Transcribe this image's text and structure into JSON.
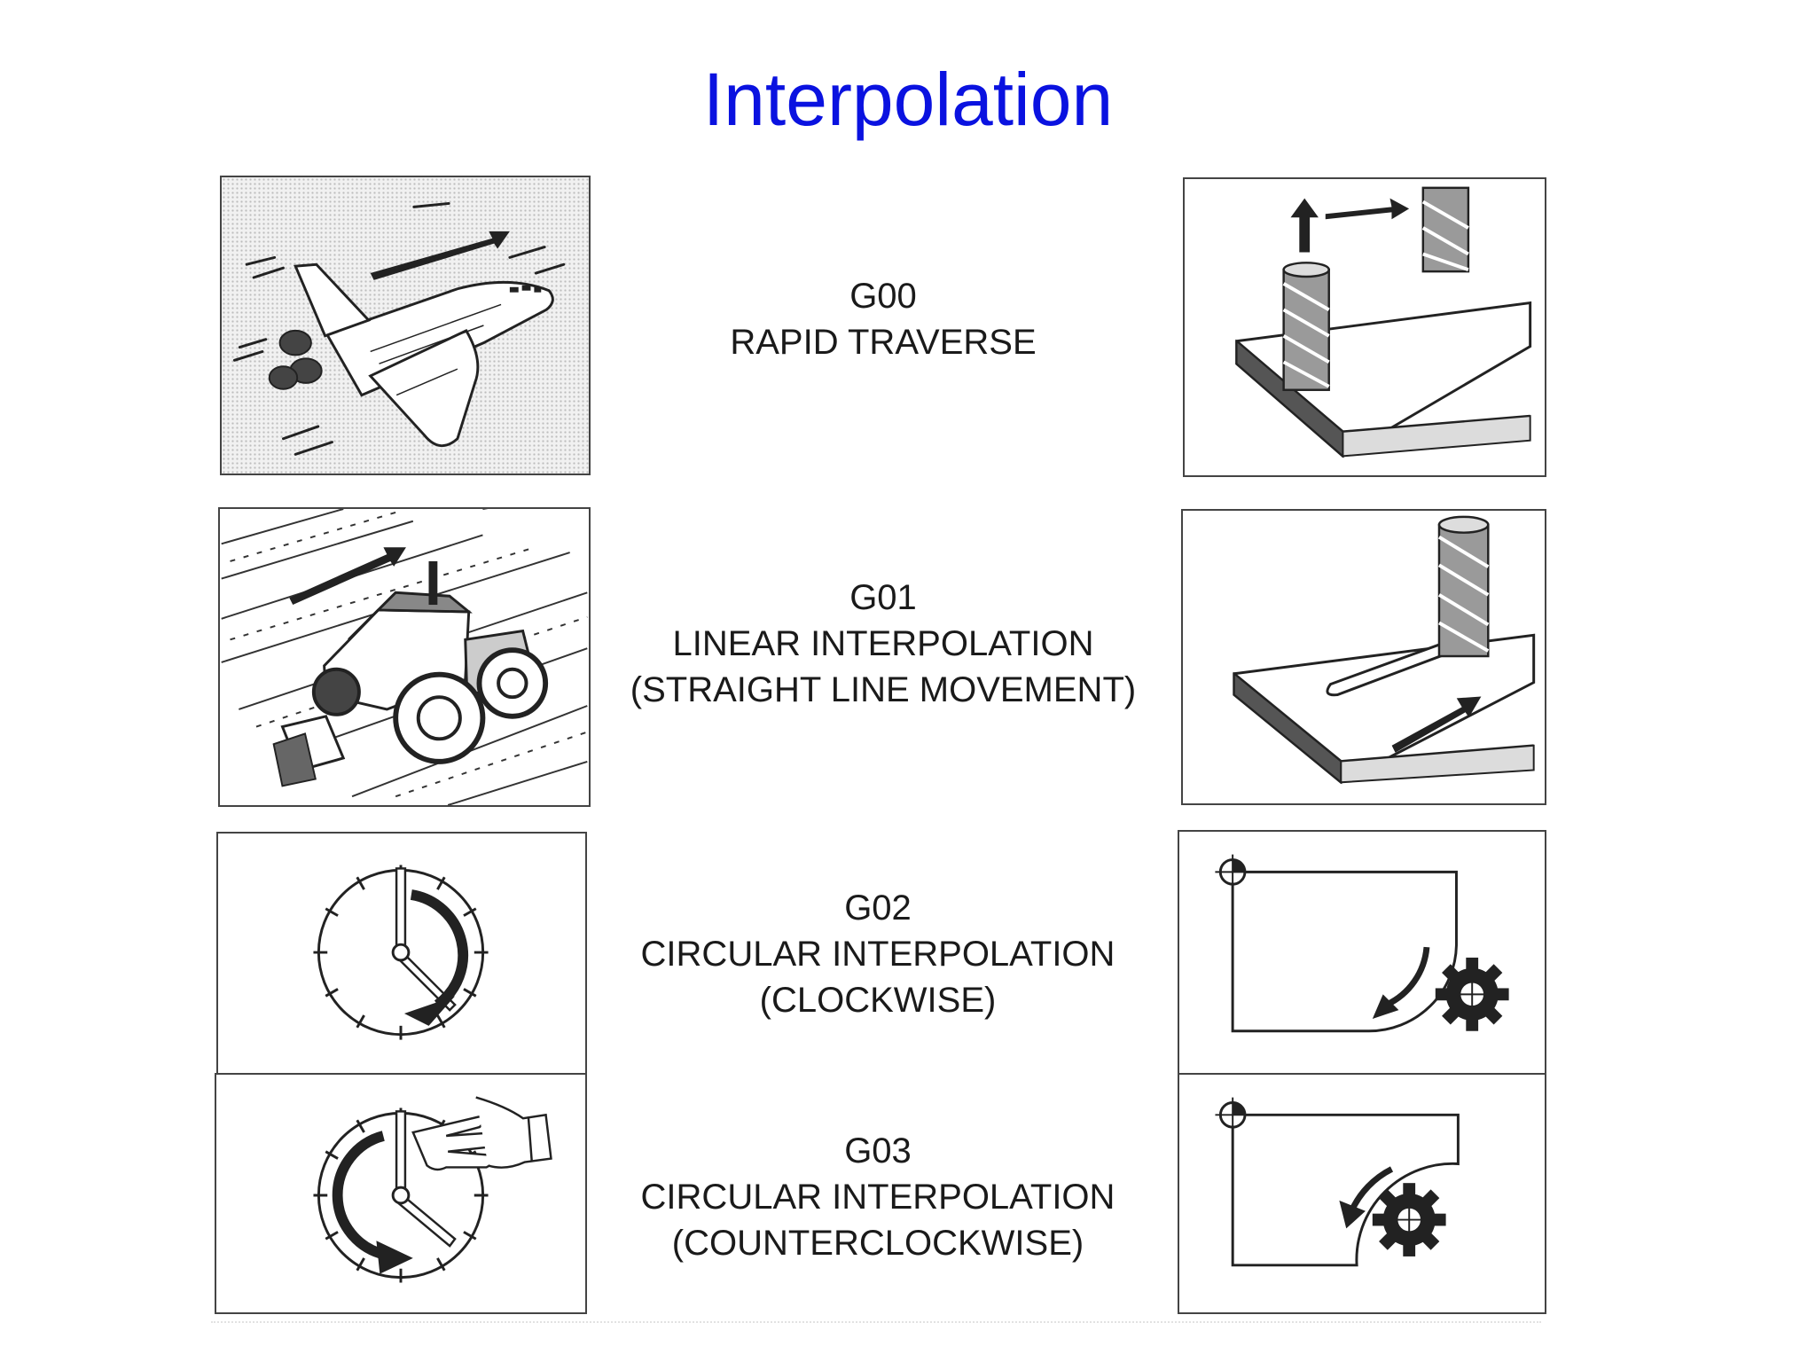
{
  "title": "Interpolation",
  "colors": {
    "title": "#0a12e0",
    "ink": "#1a1a1a",
    "border": "#444444",
    "dot_fill": "#f1f1f1",
    "workpiece_side": "#555555"
  },
  "rows": [
    {
      "code": "G00",
      "name": "RAPID TRAVERSE",
      "detail": "",
      "left_icon": "space-shuttle-icon",
      "right_icon": "end-mill-rapid-icon"
    },
    {
      "code": "G01",
      "name": "LINEAR INTERPOLATION",
      "detail": "(STRAIGHT LINE MOVEMENT)",
      "left_icon": "tractor-plowing-icon",
      "right_icon": "end-mill-linear-cut-icon"
    },
    {
      "code": "G02",
      "name": "CIRCULAR INTERPOLATION",
      "detail": "(CLOCKWISE)",
      "left_icon": "clock-clockwise-icon",
      "right_icon": "cutter-clockwise-path-icon"
    },
    {
      "code": "G03",
      "name": "CIRCULAR INTERPOLATION",
      "detail": "(COUNTERCLOCKWISE)",
      "left_icon": "clock-counterclockwise-icon",
      "right_icon": "cutter-counterclockwise-path-icon"
    }
  ]
}
